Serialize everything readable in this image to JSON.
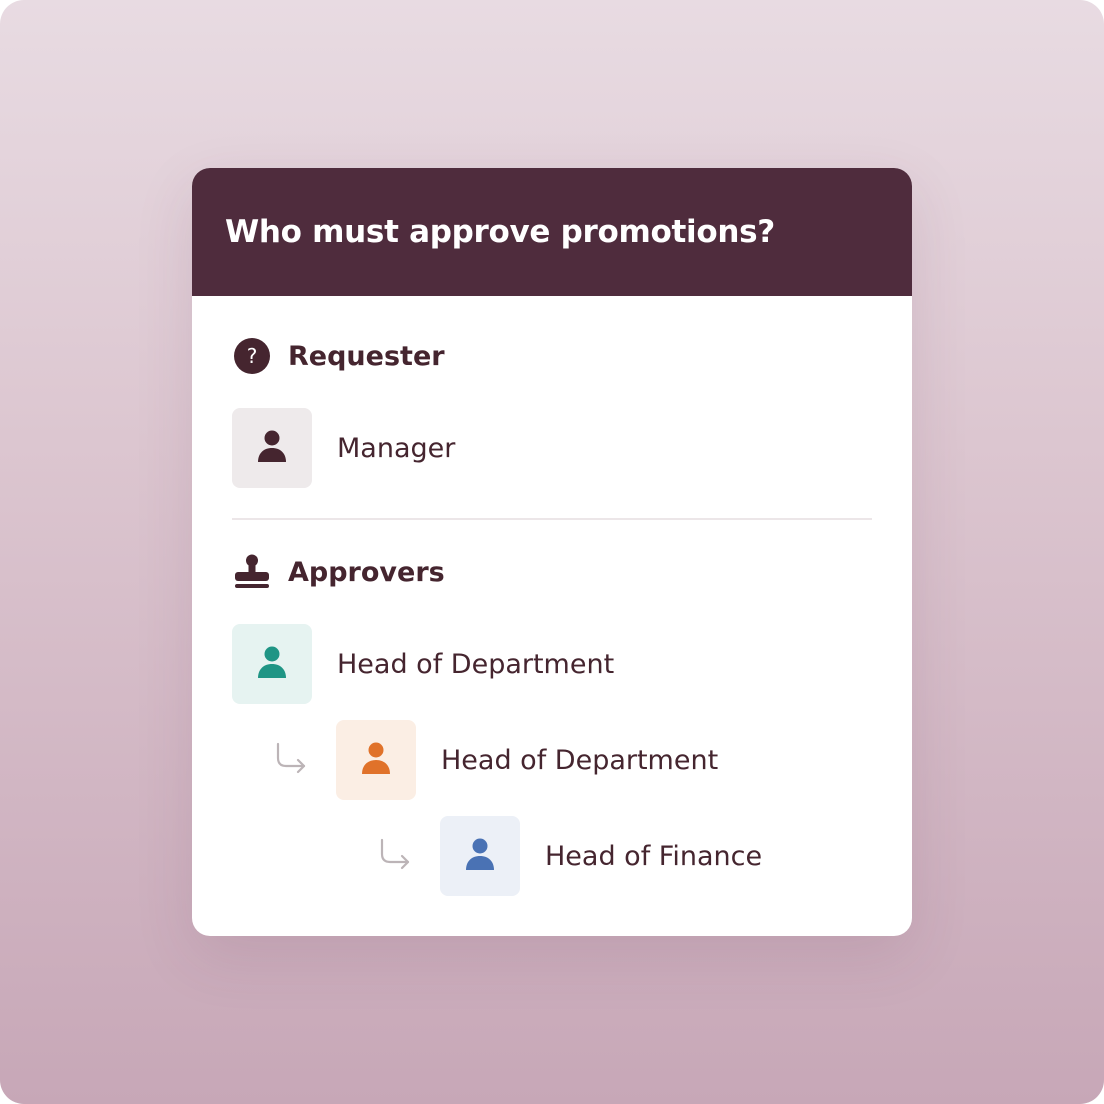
{
  "card": {
    "title": "Who must approve promotions?"
  },
  "requester": {
    "heading": "Requester",
    "icon": "question-circle-icon",
    "person": {
      "label": "Manager",
      "icon": "person-icon",
      "icon_color": "#45252f",
      "tile_color": "#eeeaeb"
    }
  },
  "approvers": {
    "heading": "Approvers",
    "icon": "stamp-icon",
    "items": [
      {
        "label": "Head of Department",
        "icon": "person-icon",
        "icon_color": "#1f9585",
        "tile_color": "#e6f3f1",
        "arrow_icon": ""
      },
      {
        "label": "Head of Department",
        "icon": "person-icon",
        "icon_color": "#e0722a",
        "tile_color": "#fbeee4",
        "arrow_icon": "arrow-down-right-icon"
      },
      {
        "label": "Head of Finance",
        "icon": "person-icon",
        "icon_color": "#4a72b4",
        "tile_color": "#ecf0f7",
        "arrow_icon": "arrow-down-right-icon"
      }
    ]
  },
  "colors": {
    "header_bg": "#4f2c3d",
    "text_dark": "#45252f",
    "divider": "#ece6e8",
    "arrow": "#bcb4b7"
  }
}
